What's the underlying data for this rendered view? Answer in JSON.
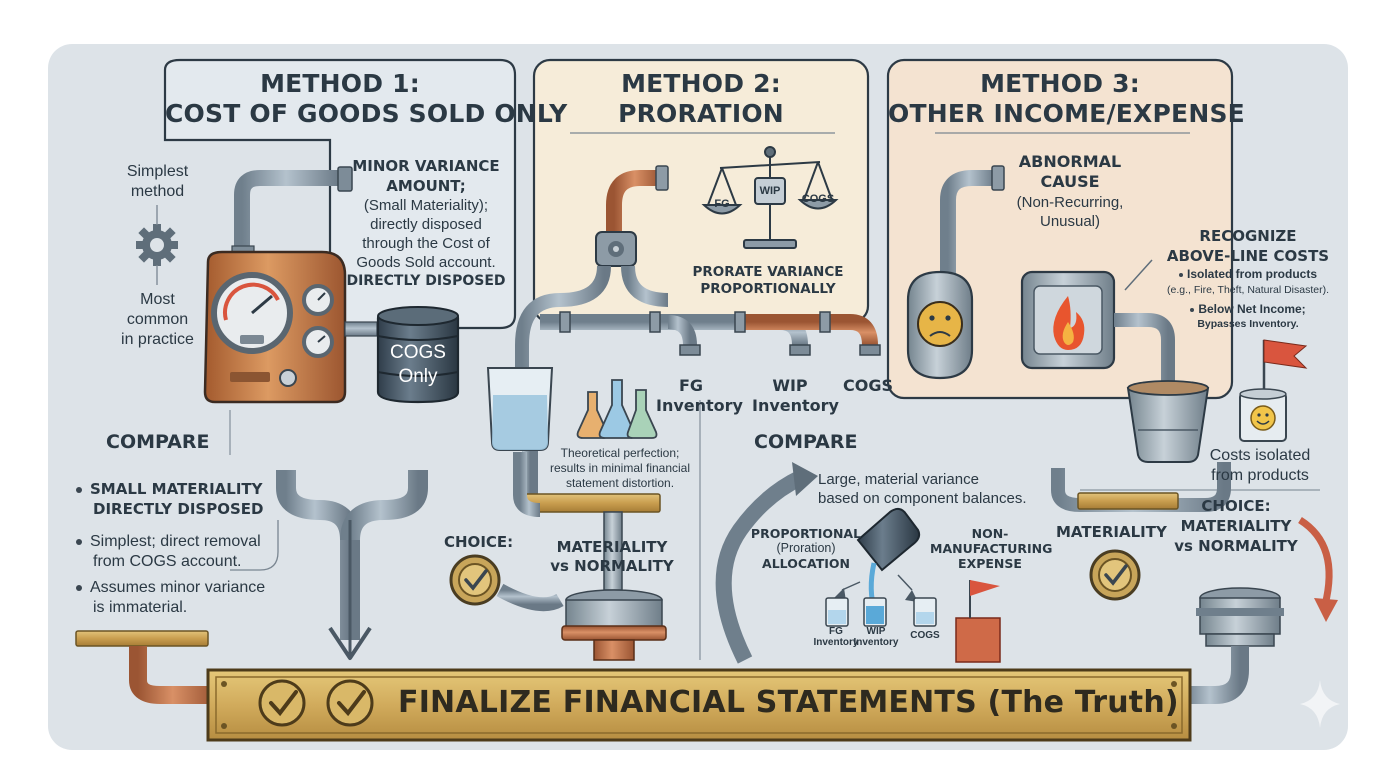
{
  "methods": [
    {
      "title_line1": "METHOD 1:",
      "title_line2": "COST OF GOODS SOLD ONLY"
    },
    {
      "title_line1": "METHOD 2:",
      "title_line2": "PRORATION"
    },
    {
      "title_line1": "METHOD 3:",
      "title_line2": "OTHER INCOME/EXPENSE"
    }
  ],
  "method1": {
    "side_top": [
      "Simplest",
      "method"
    ],
    "side_bottom": [
      "Most",
      "common",
      "in practice"
    ],
    "note_heading": [
      "MINOR VARIANCE",
      "AMOUNT;"
    ],
    "note_body": [
      "(Small Materiality);",
      "directly disposed",
      "through the Cost of",
      "Goods Sold account."
    ],
    "note_footer": "DIRECTLY DISPOSED",
    "barrel_label": [
      "COGS",
      "Only"
    ]
  },
  "method2": {
    "scale_labels": {
      "left": "FG",
      "center": "WIP",
      "right": "COGS"
    },
    "prorate_label": [
      "PRORATE VARIANCE",
      "PROPORTIONALLY"
    ],
    "outputs": [
      {
        "line1": "FG",
        "line2": "Inventory"
      },
      {
        "line1": "WIP",
        "line2": "Inventory"
      },
      {
        "line1": "COGS",
        "line2": ""
      }
    ],
    "caption": [
      "Theoretical perfection;",
      "results in minimal financial",
      "statement distortion."
    ]
  },
  "method3": {
    "cause_heading": [
      "ABNORMAL",
      "CAUSE"
    ],
    "cause_body": [
      "(Non-Recurring,",
      "Unusual)"
    ],
    "recognize_heading": [
      "RECOGNIZE",
      "ABOVE-LINE COSTS"
    ],
    "bullet1_heading": "Isolated from products",
    "bullet1_body": "(e.g., Fire, Theft, Natural Disaster).",
    "bullet2_heading": "Below Net Income;",
    "bullet2_body": "Bypasses Inventory.",
    "isolated_label": [
      "Costs isolated",
      "from products"
    ]
  },
  "lower_left": {
    "compare": "COMPARE",
    "bullets": [
      {
        "lines": [
          "SMALL MATERIALITY",
          "DIRECTLY DISPOSED"
        ],
        "bold": true
      },
      {
        "lines": [
          "Simplest; direct removal",
          "from COGS account."
        ],
        "bold": false
      },
      {
        "lines": [
          "Assumes minor variance",
          "is immaterial."
        ],
        "bold": false
      }
    ],
    "choice": "CHOICE:",
    "materiality": [
      "MATERIALITY",
      "vs NORMALITY"
    ]
  },
  "lower_middle": {
    "compare": "COMPARE",
    "text": [
      "Large, material variance",
      "based on component balances."
    ],
    "proportional": [
      "PROPORTIONAL",
      "(Proration)",
      "ALLOCATION"
    ],
    "nonmanufacturing": [
      "NON-",
      "MANUFACTURING",
      "EXPENSE"
    ],
    "cups": [
      "FG\nInventory",
      "WIP\nInventory",
      "COGS"
    ]
  },
  "lower_right": {
    "materiality": "MATERIALITY",
    "choice": [
      "CHOICE:",
      "MATERIALITY",
      "vs NORMALITY"
    ]
  },
  "banner": {
    "label": "FINALIZE FINANCIAL STATEMENTS (The Truth)"
  },
  "colors": {
    "background": "#dde3e8",
    "panel1": "#e4eaef",
    "panel2": "#f6ecd9",
    "panel3": "#f4e3d1",
    "pipe": "#8797a5",
    "copper": "#b86f45",
    "gold": "#c8a55a",
    "banner": "#d0ac5c",
    "flag": "#d9553e"
  },
  "icons": [
    "gear-icon",
    "pressure-gauge-icon",
    "barrel-icon",
    "balance-scale-icon",
    "beaker-icon",
    "flask-icon",
    "sad-face-icon",
    "fire-icon",
    "bucket-icon",
    "flag-icon",
    "smiley-can-icon",
    "checkmark-valve-icon",
    "curved-arrow-icon",
    "barrel-pour-icon",
    "sparkle-icon"
  ]
}
